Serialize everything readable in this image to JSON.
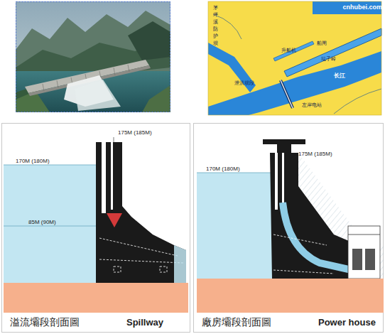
{
  "diagram": {
    "labels": [
      "cnhubei.com",
      "船闸",
      "升船机",
      "坛子岭",
      "长江",
      "泄洪坝段",
      "左岸电站",
      "茅坪溪防护坝",
      "170M (180M)",
      "175M (185M)",
      "85M (90M)",
      "溢流壩段剖面圖",
      "Spillway",
      "170M (180M)",
      "175M (185M)",
      "廠房壩段剖面圖",
      "Power house"
    ]
  }
}
